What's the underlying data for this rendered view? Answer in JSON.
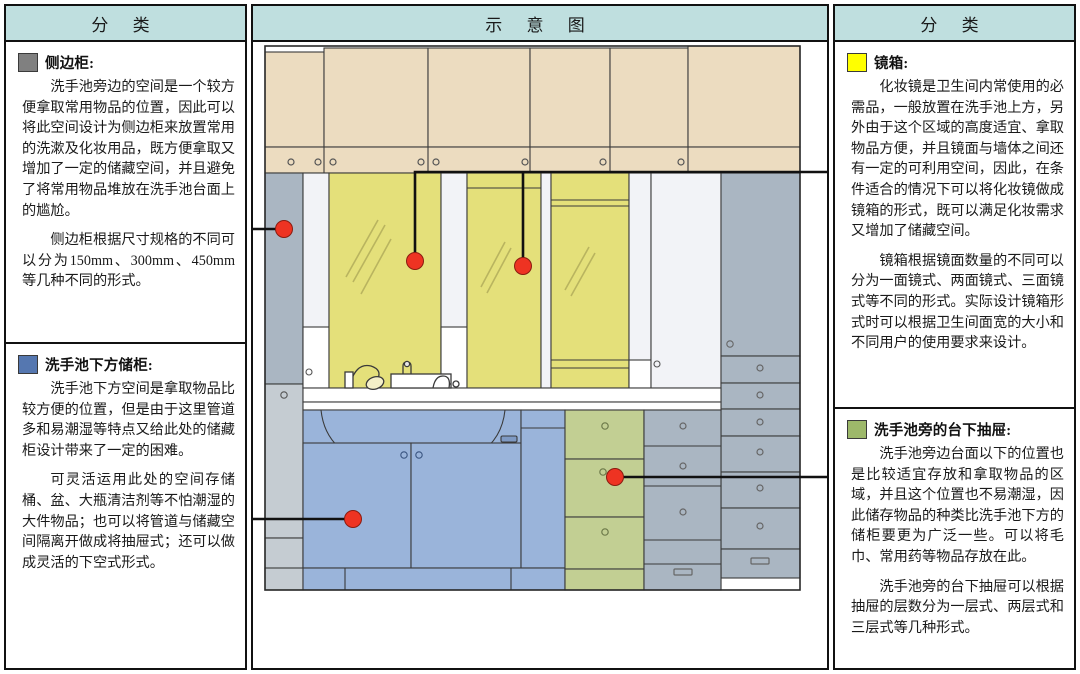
{
  "headers": {
    "left": "分 类",
    "middle": "示 意 图",
    "right": "分 类"
  },
  "colors": {
    "header_bg": "#bfdfdf",
    "side_cabinet": "#808080",
    "under_sink_cabinet": "#5577b0",
    "mirror_box": "#ffff00",
    "counter_drawer": "#9db86a",
    "diagram_tan": "#ecdcc0",
    "diagram_yellow": "#e4e07a",
    "diagram_blue": "#9ab4da",
    "diagram_gray": "#aab6c2",
    "diagram_green": "#c2cf93",
    "diagram_white": "#f2f3f7",
    "callout_dot": "#ee3322",
    "line": "#111111"
  },
  "sections": {
    "side_cabinet": {
      "swatch_color": "#808080",
      "title": "侧边柜:",
      "paragraphs": [
        "洗手池旁边的空间是一个较方便拿取常用物品的位置，因此可以将此空间设计为侧边柜来放置常用的洗漱及化妆用品，既方便拿取又增加了一定的储藏空间，并且避免了将常用物品堆放在洗手池台面上的尴尬。",
        "侧边柜根据尺寸规格的不同可以分为150mm、300mm、450mm等几种不同的形式。"
      ]
    },
    "under_sink_cabinet": {
      "swatch_color": "#5577b0",
      "title": "洗手池下方储柜:",
      "paragraphs": [
        "洗手池下方空间是拿取物品比较方便的位置，但是由于这里管道多和易潮湿等特点又给此处的储藏柜设计带来了一定的困难。",
        "可灵活运用此处的空间存储桶、盆、大瓶清洁剂等不怕潮湿的大件物品；也可以将管道与储藏空间隔离开做成将抽屉式；还可以做成灵活的下空式形式。"
      ]
    },
    "mirror_box": {
      "swatch_color": "#ffff00",
      "title": "镜箱:",
      "paragraphs": [
        "化妆镜是卫生间内常使用的必需品，一般放置在洗手池上方，另外由于这个区域的高度适宜、拿取物品方便，并且镜面与墙体之间还有一定的可利用空间，因此，在条件适合的情况下可以将化妆镜做成镜箱的形式，既可以满足化妆需求又增加了储藏空间。",
        "镜箱根据镜面数量的不同可以分为一面镜式、两面镜式、三面镜式等不同的形式。实际设计镜箱形式时可以根据卫生间面宽的大小和不同用户的使用要求来设计。"
      ]
    },
    "counter_drawer": {
      "swatch_color": "#9db86a",
      "title": "洗手池旁的台下抽屉:",
      "paragraphs": [
        "洗手池旁边台面以下的位置也是比较适宜存放和拿取物品的区域，并且这个位置也不易潮湿，因此储存物品的种类比洗手池下方的储柜要更为广泛一些。可以将毛巾、常用药等物品存放在此。",
        "洗手池旁的台下抽屉可以根据抽屉的层数分为一层式、两层式和三层式等几种形式。"
      ]
    }
  },
  "diagram": {
    "name": "bathroom-vanity-elevation",
    "callouts": [
      {
        "id": "side-cabinet-dot",
        "label": "侧边柜",
        "target": "left"
      },
      {
        "id": "under-sink-dot",
        "label": "洗手池下方储柜",
        "target": "left"
      },
      {
        "id": "mirror-box-dot-1",
        "label": "镜箱",
        "target": "right"
      },
      {
        "id": "mirror-box-dot-2",
        "label": "镜箱",
        "target": "right"
      },
      {
        "id": "counter-drawer-dot",
        "label": "洗手池旁的台下抽屉",
        "target": "right"
      }
    ]
  }
}
